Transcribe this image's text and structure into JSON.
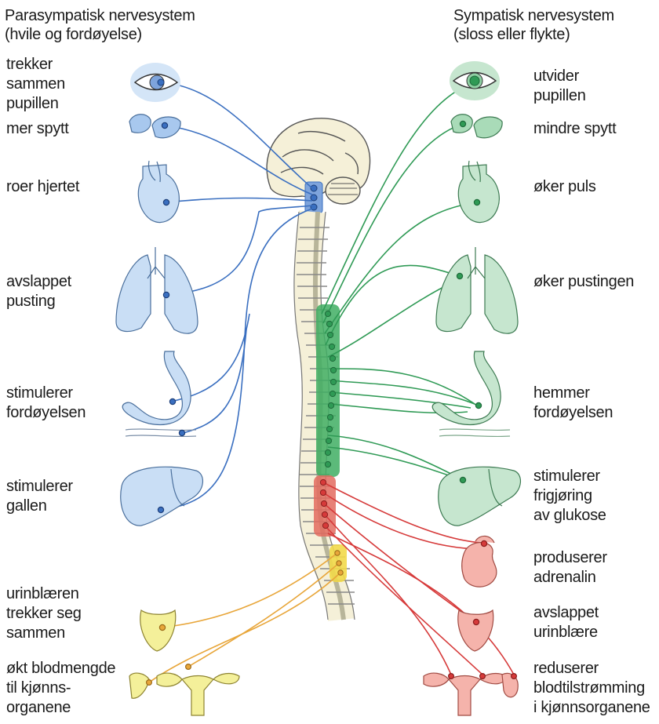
{
  "headers": {
    "left": [
      "Parasympatisk nervesystem",
      "(hvile og fordøyelse)"
    ],
    "right": [
      "Sympatisk nervesystem",
      "(sloss eller flykte)"
    ]
  },
  "left_labels": [
    [
      "trekker",
      "sammen",
      "pupillen"
    ],
    [
      "mer spytt"
    ],
    [
      "roer hjertet"
    ],
    [
      "avslappet",
      "pusting"
    ],
    [
      "stimulerer",
      "fordøyelsen"
    ],
    [
      "stimulerer",
      "gallen"
    ],
    [
      "urinblæren",
      "trekker seg",
      "sammen"
    ],
    [
      "økt blodmengde",
      "til kjønns-",
      "organene"
    ]
  ],
  "right_labels": [
    [
      "utvider",
      "pupillen"
    ],
    [
      "mindre spytt"
    ],
    [
      "øker puls"
    ],
    [
      "øker pustingen"
    ],
    [
      "hemmer",
      "fordøyelsen"
    ],
    [
      "stimulerer",
      "frigjøring",
      "av glukose"
    ],
    [
      "produserer",
      "adrenalin"
    ],
    [
      "avslappet",
      "urinblære"
    ],
    [
      "reduserer",
      "blodtilstrømming",
      "i kjønnsorganene"
    ]
  ],
  "colors": {
    "parasympathetic_nerve": "#3a6fc0",
    "parasympathetic_organ": "#c9def5",
    "sympathetic_nerve": "#2f9a55",
    "sympathetic_organ": "#c6e6cf",
    "sympathetic_lumbar_nerve": "#d63a3a",
    "sympathetic_lumbar_organ": "#f5b3ab",
    "sacral_nerve": "#e8a63a",
    "sacral_organ": "#f4f09a",
    "brain": "#f5f0d8"
  }
}
